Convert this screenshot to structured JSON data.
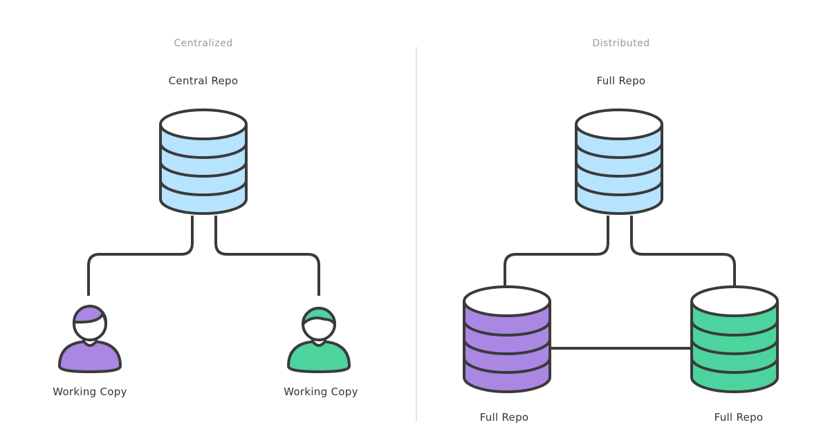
{
  "centralized": {
    "title": "Centralized",
    "repo_label": "Central Repo",
    "users": [
      {
        "label": "Working Copy",
        "color": "#a987e3"
      },
      {
        "label": "Working Copy",
        "color": "#4cd39e"
      }
    ]
  },
  "distributed": {
    "title": "Distributed",
    "top_repo_label": "Full Repo",
    "repos": [
      {
        "label": "Full Repo",
        "color": "#a987e3"
      },
      {
        "label": "Full Repo",
        "color": "#4cd39e"
      }
    ]
  },
  "colors": {
    "repo_blue": "#b6e3fe",
    "outline": "#3a3a3a",
    "divider": "#e3e3e3",
    "face": "#ffffff",
    "purple": "#a987e3",
    "green": "#4cd39e"
  },
  "icons": {
    "repo": "database-cylinder-icon",
    "user": "person-avatar-icon"
  }
}
